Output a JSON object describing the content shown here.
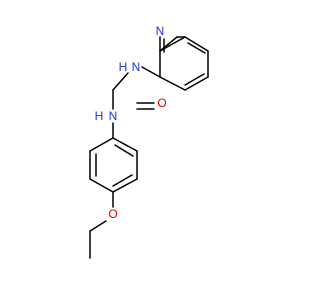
{
  "colors": {
    "bond": "#000000",
    "nitrogen": "#1f35d9",
    "oxygen": "#e00000"
  },
  "atoms": {
    "pyridine_n": "N",
    "amide_n1": "N",
    "amide_h1": "H",
    "amide_n2": "N",
    "amide_h2": "H",
    "carbonyl_o": "O",
    "ether_o": "O"
  }
}
